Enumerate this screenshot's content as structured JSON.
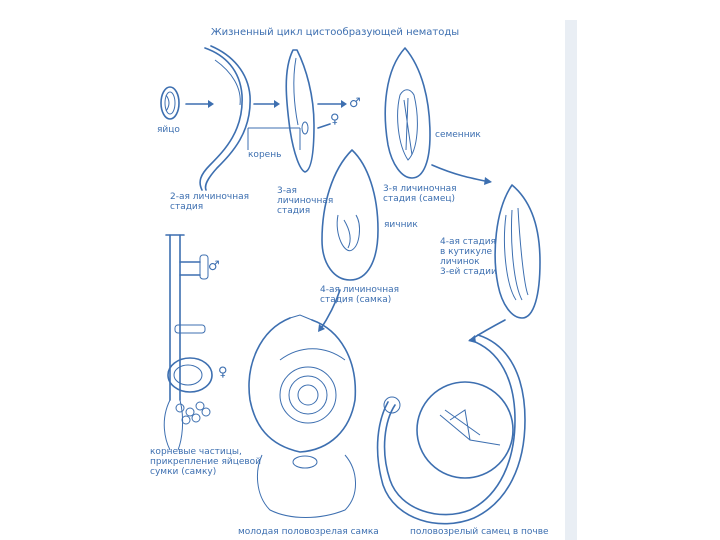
{
  "diagram": {
    "title": "Жизненный цикл цистообразующей нематоды",
    "labels": {
      "egg": "яйцо",
      "roots": "корень",
      "second_stage": "2-ая личиночная\nстадия",
      "third_stage": "3-ая\nличиночная\nстадия",
      "third_stage_male": "3-я личиночная\nстадия (самец)",
      "seminal": "семенник",
      "ovary": "яичник",
      "fourth_stage_male": "4-ая стадия\nв кутикуле\nличинок\n3-ей стадии",
      "fourth_stage_female": "4-ая личиночная\nстадия (самка)",
      "root_feeding": "корневые частицы,\nприкрепление яйцевой\nсумки (самку)",
      "young_female": "молодая половозрелая самка",
      "adult_male": "половозрелый самец в почве",
      "male_symbol": "♂",
      "female_symbol": "♀",
      "male_symbol_2": "♂",
      "female_symbol_2": "♀"
    }
  }
}
